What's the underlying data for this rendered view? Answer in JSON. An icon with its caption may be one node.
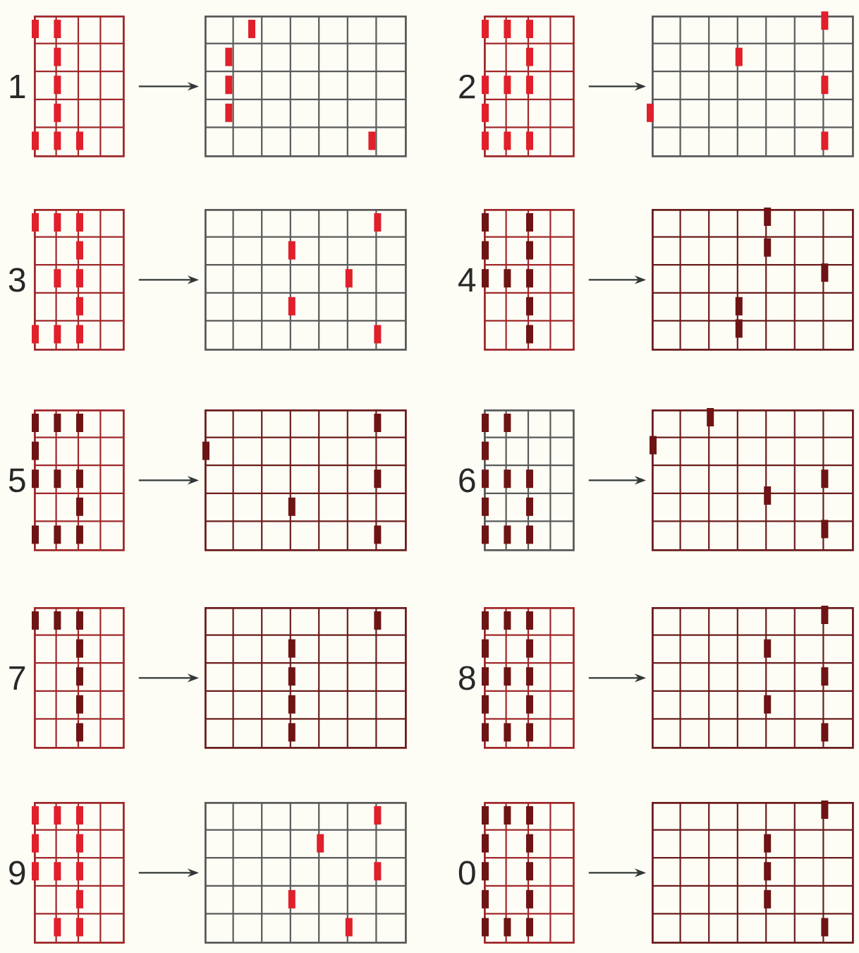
{
  "diagram": {
    "nodes": [
      {
        "text": [],
        "shape": "box",
        "beside": [
          "1"
        ]
      },
      {
        "text": [],
        "shape": "box"
      },
      {
        "text": [],
        "shape": "box",
        "beside": [
          "2"
        ]
      },
      {
        "text": [],
        "shape": "box"
      },
      {
        "text": [],
        "shape": "box",
        "beside": [
          "3"
        ]
      },
      {
        "text": [],
        "shape": "box"
      },
      {
        "text": [],
        "shape": "box",
        "beside": [
          "4"
        ]
      },
      {
        "text": [],
        "shape": "box"
      },
      {
        "text": [],
        "shape": "box",
        "beside": [
          "5"
        ]
      },
      {
        "text": [],
        "shape": "box"
      },
      {
        "text": [],
        "shape": "box",
        "beside": [
          "6"
        ]
      },
      {
        "text": [],
        "shape": "box"
      },
      {
        "text": [],
        "shape": "box",
        "beside": [
          "7"
        ]
      },
      {
        "text": [],
        "shape": "box"
      },
      {
        "text": [],
        "shape": "box",
        "beside": [
          "8"
        ]
      },
      {
        "text": [],
        "shape": "box"
      },
      {
        "text": [],
        "shape": "box",
        "beside": [
          "9"
        ]
      },
      {
        "text": [],
        "shape": "box"
      },
      {
        "text": [],
        "shape": "box",
        "beside": [
          "0"
        ]
      },
      {
        "text": [],
        "shape": "box"
      }
    ],
    "edges": [
      {
        "from": 0,
        "to": 1,
        "arrow": "to"
      },
      {
        "from": 2,
        "to": 3,
        "arrow": "to"
      },
      {
        "from": 4,
        "to": 5,
        "arrow": "to"
      },
      {
        "from": 6,
        "to": 7,
        "arrow": "to"
      },
      {
        "from": 8,
        "to": 9,
        "arrow": "to"
      },
      {
        "from": 10,
        "to": 11,
        "arrow": "to"
      },
      {
        "from": 12,
        "to": 13,
        "arrow": "to"
      },
      {
        "from": 14,
        "to": 15,
        "arrow": "to"
      },
      {
        "from": 16,
        "to": 17,
        "arrow": "to"
      },
      {
        "from": 18,
        "to": 19,
        "arrow": "to"
      }
    ]
  }
}
